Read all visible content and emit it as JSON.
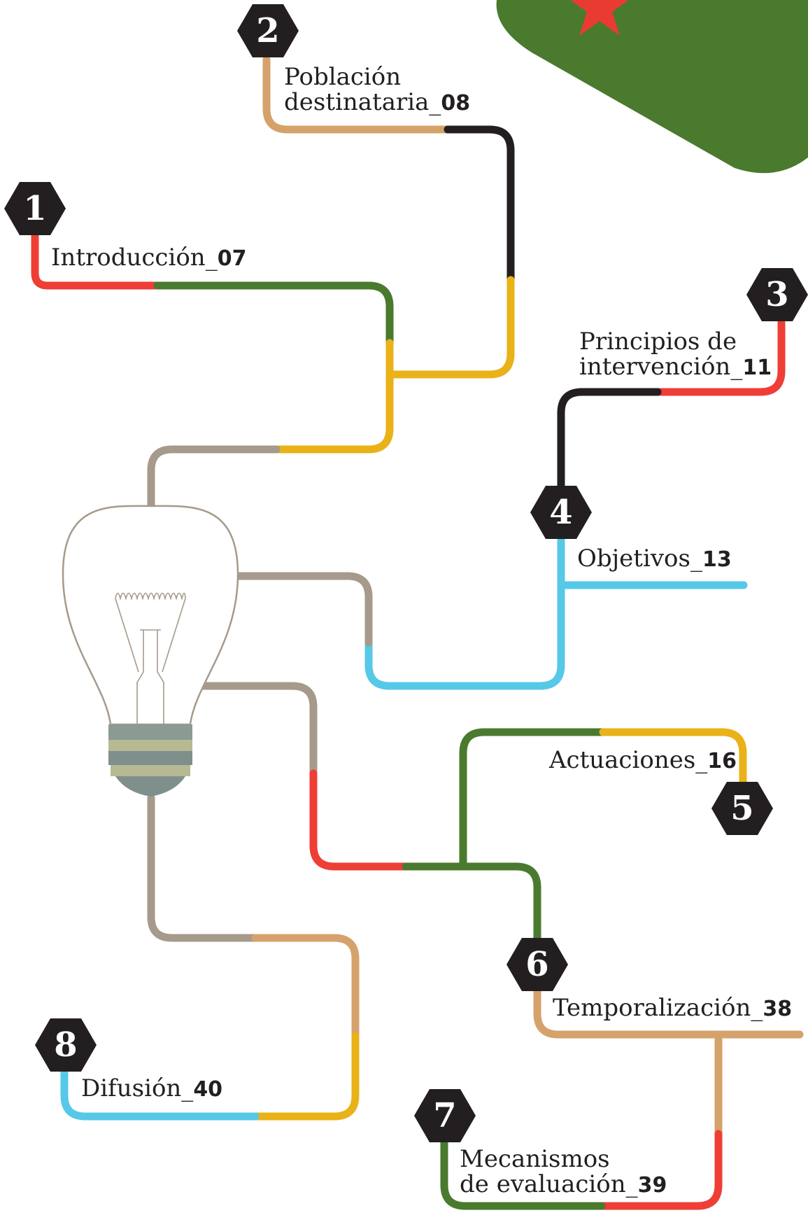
{
  "colors": {
    "green": "#4a7a2e",
    "black": "#231f20",
    "red": "#ee3e36",
    "yellow": "#e9b218",
    "tan": "#d5a26c",
    "blue": "#56c8e8",
    "gray": "#a59a8b",
    "star": "#ea3b33"
  },
  "sections": [
    {
      "number": "1",
      "title": "Introducción_",
      "page": "07"
    },
    {
      "number": "2",
      "title": "Población",
      "title2": "destinataria_",
      "page": "08"
    },
    {
      "number": "3",
      "title": "Principios de",
      "title2": "intervención_",
      "page": "11"
    },
    {
      "number": "4",
      "title": "Objetivos_",
      "page": "13"
    },
    {
      "number": "5",
      "title": "Actuaciones_",
      "page": "16"
    },
    {
      "number": "6",
      "title": "Temporalización_",
      "page": "38"
    },
    {
      "number": "7",
      "title": "Mecanismos",
      "title2": "de evaluación_",
      "page": "39"
    },
    {
      "number": "8",
      "title": "Difusión_",
      "page": "40"
    }
  ]
}
